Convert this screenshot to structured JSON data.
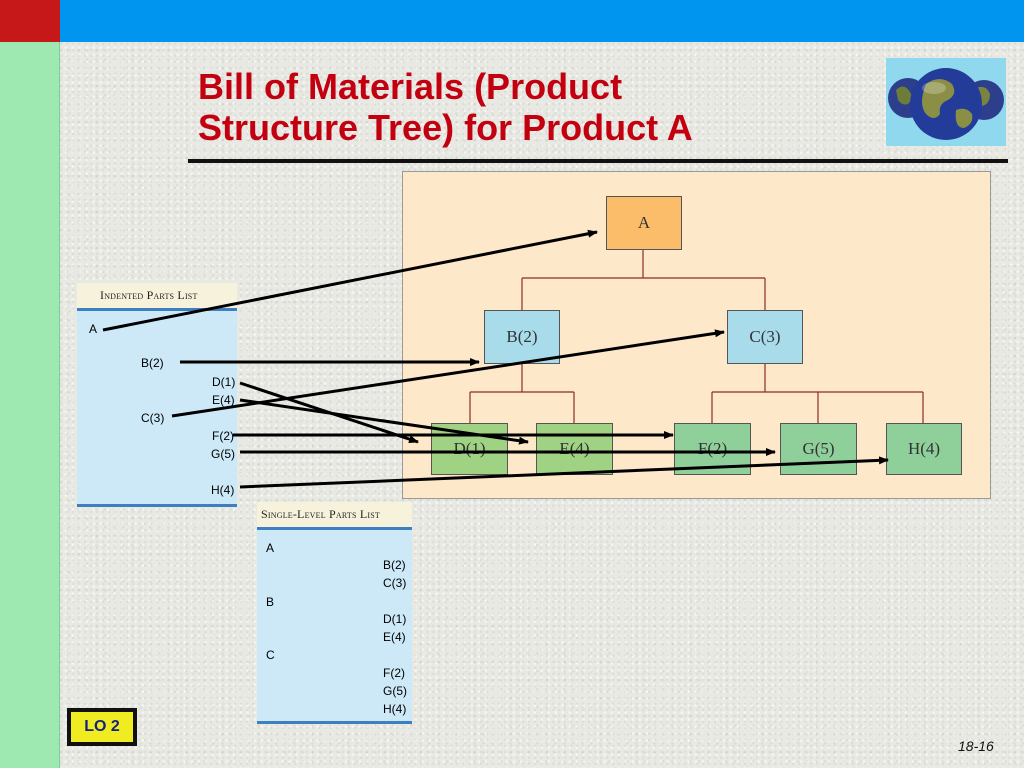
{
  "slide": {
    "title_line1": "Bill of Materials (Product",
    "title_line2": "Structure Tree) for Product A",
    "lo_badge": "LO 2",
    "page_number": "18-16",
    "colors": {
      "top_bar": "#0096ef",
      "corner": "#c61818",
      "left_bar": "#9ee8b2",
      "title": "#c3000f",
      "badge_bg": "#f0ec22",
      "badge_text": "#15237e"
    }
  },
  "globe_icon": "globe-icon",
  "tree": {
    "nodes": {
      "a": {
        "label": "A",
        "color": "#fbbd6a"
      },
      "b": {
        "label": "B(2)",
        "color": "#a8dcea"
      },
      "c": {
        "label": "C(3)",
        "color": "#a8dcea"
      },
      "d": {
        "label": "D(1)",
        "color": "#9fd283"
      },
      "e": {
        "label": "E(4)",
        "color": "#9fd283"
      },
      "f": {
        "label": "F(2)",
        "color": "#8fcf9a"
      },
      "g": {
        "label": "G(5)",
        "color": "#8fcf9a"
      },
      "h": {
        "label": "H(4)",
        "color": "#8fcf9a"
      }
    }
  },
  "indented_list": {
    "header": "Indented Parts List",
    "rows": [
      "A",
      "B(2)",
      "D(1)",
      "E(4)",
      "C(3)",
      "F(2)",
      "G(5)",
      "H(4)"
    ]
  },
  "single_level_list": {
    "header": "Single-Level Parts List",
    "rows": [
      "A",
      "B(2)",
      "C(3)",
      "B",
      "D(1)",
      "E(4)",
      "C",
      "F(2)",
      "G(5)",
      "H(4)"
    ]
  }
}
